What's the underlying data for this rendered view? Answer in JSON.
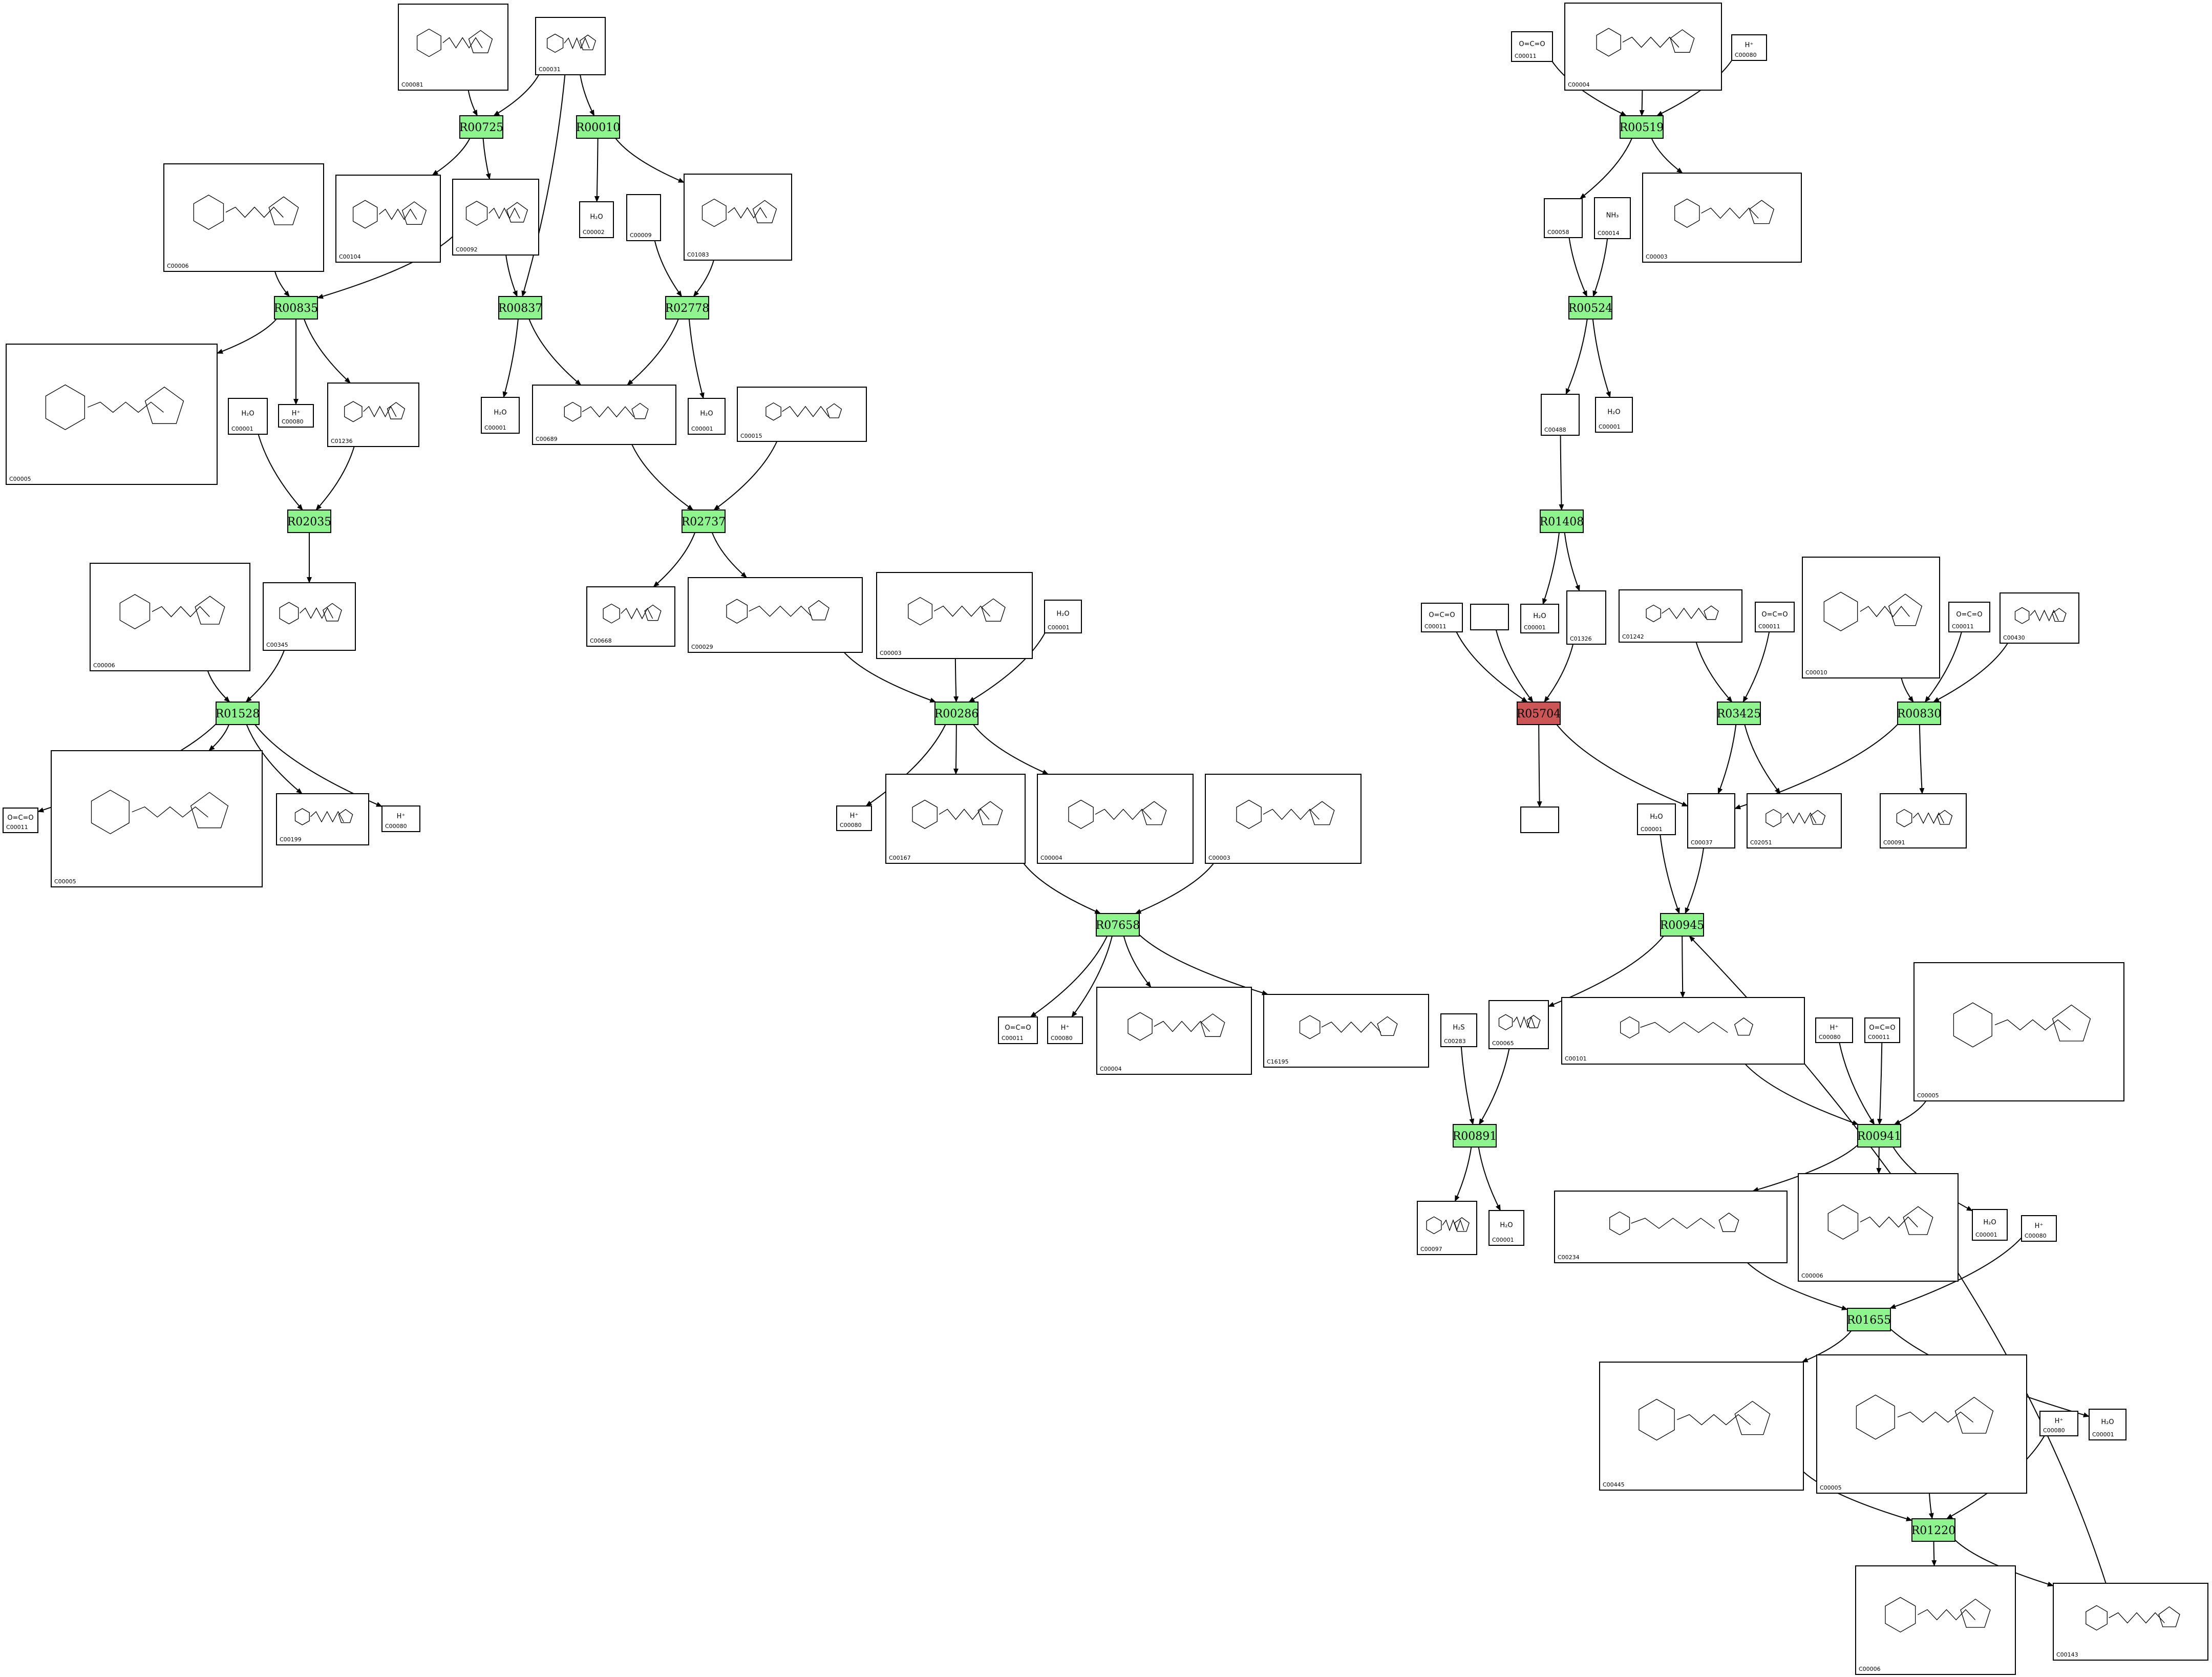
{
  "colors": {
    "reaction_default": "#8ef58e",
    "reaction_highlight": "#cc5555",
    "edge": "#000000"
  },
  "reactions": [
    {
      "id": "R00725"
    },
    {
      "id": "R00010"
    },
    {
      "id": "R00519"
    },
    {
      "id": "R00835"
    },
    {
      "id": "R00837"
    },
    {
      "id": "R02778"
    },
    {
      "id": "R00524"
    },
    {
      "id": "R02035"
    },
    {
      "id": "R02737"
    },
    {
      "id": "R01408"
    },
    {
      "id": "R01528"
    },
    {
      "id": "R00286"
    },
    {
      "id": "R05704",
      "highlight": true
    },
    {
      "id": "R03425"
    },
    {
      "id": "R00830"
    },
    {
      "id": "R07658"
    },
    {
      "id": "R00945"
    },
    {
      "id": "R00891"
    },
    {
      "id": "R00941"
    },
    {
      "id": "R01655"
    },
    {
      "id": "R01220"
    }
  ],
  "compounds": [
    {
      "key": "c1",
      "id": "C00081"
    },
    {
      "key": "c2",
      "id": "C00031"
    },
    {
      "key": "c3",
      "id": "C00011",
      "formula": "O=C=O"
    },
    {
      "key": "c4",
      "id": "C00004"
    },
    {
      "key": "c5",
      "id": "C00080",
      "formula": "H⁺"
    },
    {
      "key": "c6",
      "id": "C00006"
    },
    {
      "key": "c7",
      "id": "C00104"
    },
    {
      "key": "c8",
      "id": "C00092"
    },
    {
      "key": "c9",
      "id": "C00002",
      "formula": "H₂O"
    },
    {
      "key": "c10",
      "id": "C00009"
    },
    {
      "key": "c11",
      "id": "C01083"
    },
    {
      "key": "c12",
      "id": "C00058"
    },
    {
      "key": "c13",
      "id": "C00014",
      "formula": "NH₃"
    },
    {
      "key": "c14",
      "id": "C00003"
    },
    {
      "key": "c15",
      "id": "C00005"
    },
    {
      "key": "c16",
      "id": "C00001",
      "formula": "H₂O"
    },
    {
      "key": "c17",
      "id": "C00080",
      "formula": "H⁺"
    },
    {
      "key": "c18",
      "id": "C01236"
    },
    {
      "key": "c19",
      "id": "C00001",
      "formula": "H₂O"
    },
    {
      "key": "c20",
      "id": "C00689"
    },
    {
      "key": "c21",
      "id": "C00001",
      "formula": "H₂O"
    },
    {
      "key": "c22",
      "id": "C00015"
    },
    {
      "key": "c23",
      "id": "C00488"
    },
    {
      "key": "c24",
      "id": "C00001",
      "formula": "H₂O"
    },
    {
      "key": "c25",
      "id": "C00006"
    },
    {
      "key": "c26",
      "id": "C00345"
    },
    {
      "key": "c27",
      "id": "C00668"
    },
    {
      "key": "c28",
      "id": "C00029"
    },
    {
      "key": "c29",
      "id": "C00003"
    },
    {
      "key": "c30",
      "id": "C00001",
      "formula": "H₂O"
    },
    {
      "key": "c31",
      "id": "C00011",
      "formula": "O=C=O"
    },
    {
      "key": "c32",
      "id": ""
    },
    {
      "key": "c33",
      "id": "C00001",
      "formula": "H₂O"
    },
    {
      "key": "c34",
      "id": "C01326"
    },
    {
      "key": "c35",
      "id": "C01242"
    },
    {
      "key": "c36",
      "id": "C00011",
      "formula": "O=C=O"
    },
    {
      "key": "c37",
      "id": "C00010"
    },
    {
      "key": "c38",
      "id": "C00011",
      "formula": "O=C=O"
    },
    {
      "key": "c39",
      "id": "C00430"
    },
    {
      "key": "c40",
      "id": "C00011",
      "formula": "O=C=O"
    },
    {
      "key": "c41",
      "id": "C00005"
    },
    {
      "key": "c42",
      "id": "C00199"
    },
    {
      "key": "c43",
      "id": "C00080",
      "formula": "H⁺"
    },
    {
      "key": "c44",
      "id": "C00080",
      "formula": "H⁺"
    },
    {
      "key": "c45",
      "id": "C00167"
    },
    {
      "key": "c46",
      "id": "C00004"
    },
    {
      "key": "c47",
      "id": "C00003"
    },
    {
      "key": "c48",
      "id": ""
    },
    {
      "key": "c49",
      "id": "C00001",
      "formula": "H₂O"
    },
    {
      "key": "c50",
      "id": "C00037"
    },
    {
      "key": "c51",
      "id": "C02051"
    },
    {
      "key": "c52",
      "id": "C00091"
    },
    {
      "key": "c53",
      "id": "C00011",
      "formula": "O=C=O"
    },
    {
      "key": "c54",
      "id": "C00080",
      "formula": "H⁺"
    },
    {
      "key": "c55",
      "id": "C00004"
    },
    {
      "key": "c56",
      "id": "C16195"
    },
    {
      "key": "c57",
      "id": "C00283",
      "formula": "H₂S"
    },
    {
      "key": "c58",
      "id": "C00065"
    },
    {
      "key": "c59",
      "id": "C00101"
    },
    {
      "key": "c60",
      "id": "C00080",
      "formula": "H⁺"
    },
    {
      "key": "c61",
      "id": "C00011",
      "formula": "O=C=O"
    },
    {
      "key": "c62",
      "id": "C00005"
    },
    {
      "key": "c63",
      "id": "C00097"
    },
    {
      "key": "c64",
      "id": "C00001",
      "formula": "H₂O"
    },
    {
      "key": "c65",
      "id": "C00234"
    },
    {
      "key": "c66",
      "id": "C00006"
    },
    {
      "key": "c67",
      "id": "C00001",
      "formula": "H₂O"
    },
    {
      "key": "c68",
      "id": "C00080",
      "formula": "H⁺"
    },
    {
      "key": "c69",
      "id": "C00445"
    },
    {
      "key": "c70",
      "id": "C00005"
    },
    {
      "key": "c71",
      "id": "C00080",
      "formula": "H⁺"
    },
    {
      "key": "c72",
      "id": "C00001",
      "formula": "H₂O"
    },
    {
      "key": "c73",
      "id": "C00006"
    },
    {
      "key": "c74",
      "id": "C00143"
    }
  ]
}
